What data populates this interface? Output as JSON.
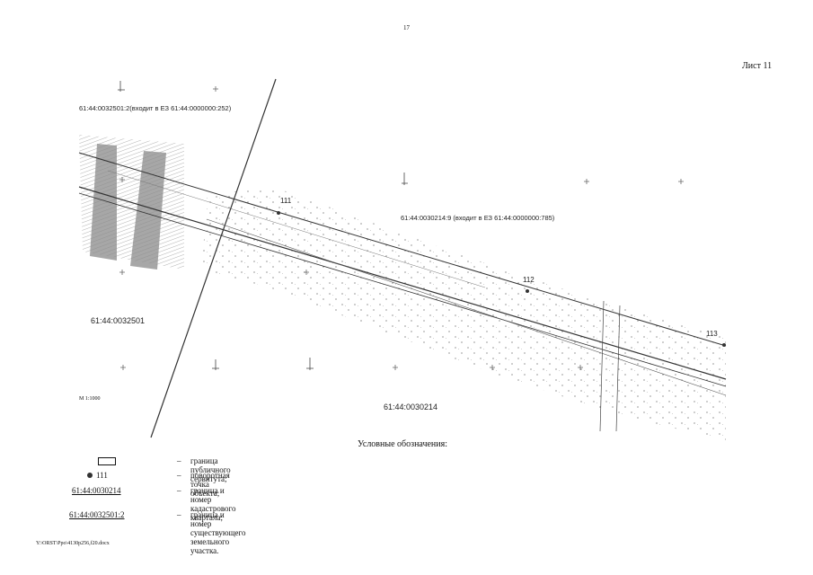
{
  "page_number": "17",
  "sheet_label": "Лист 11",
  "scale_label": "М 1:1000",
  "map": {
    "labels": {
      "parcel_top": "61:44:0032501:2(входит в ЕЗ 61:44:0000000:252)",
      "parcel_mid": "61:44:0030214:9 (входит в ЕЗ 61:44:0000000:785)",
      "quarter_left": "61:44:0032501",
      "quarter_bottom": "61:44:0030214",
      "pt_111": "111",
      "pt_112": "112",
      "pt_113": "113"
    }
  },
  "legend": {
    "title": "Условные обозначения:",
    "items": [
      {
        "symbol": "",
        "dash": "–",
        "text": "граница публичного сервитута;"
      },
      {
        "symbol": "111",
        "dash": "–",
        "text": "поворотная точка объекта;"
      },
      {
        "symbol": "61:44:0030214",
        "dash": "–",
        "text": "граница и номер кадастрового квартала;"
      },
      {
        "symbol": "61:44:0032501:2",
        "dash": "–",
        "text": "граница и номер существующего земельного участка."
      }
    ]
  },
  "footer_path": "Y:\\ORST\\Ppo\\4130p256,f20.docx"
}
